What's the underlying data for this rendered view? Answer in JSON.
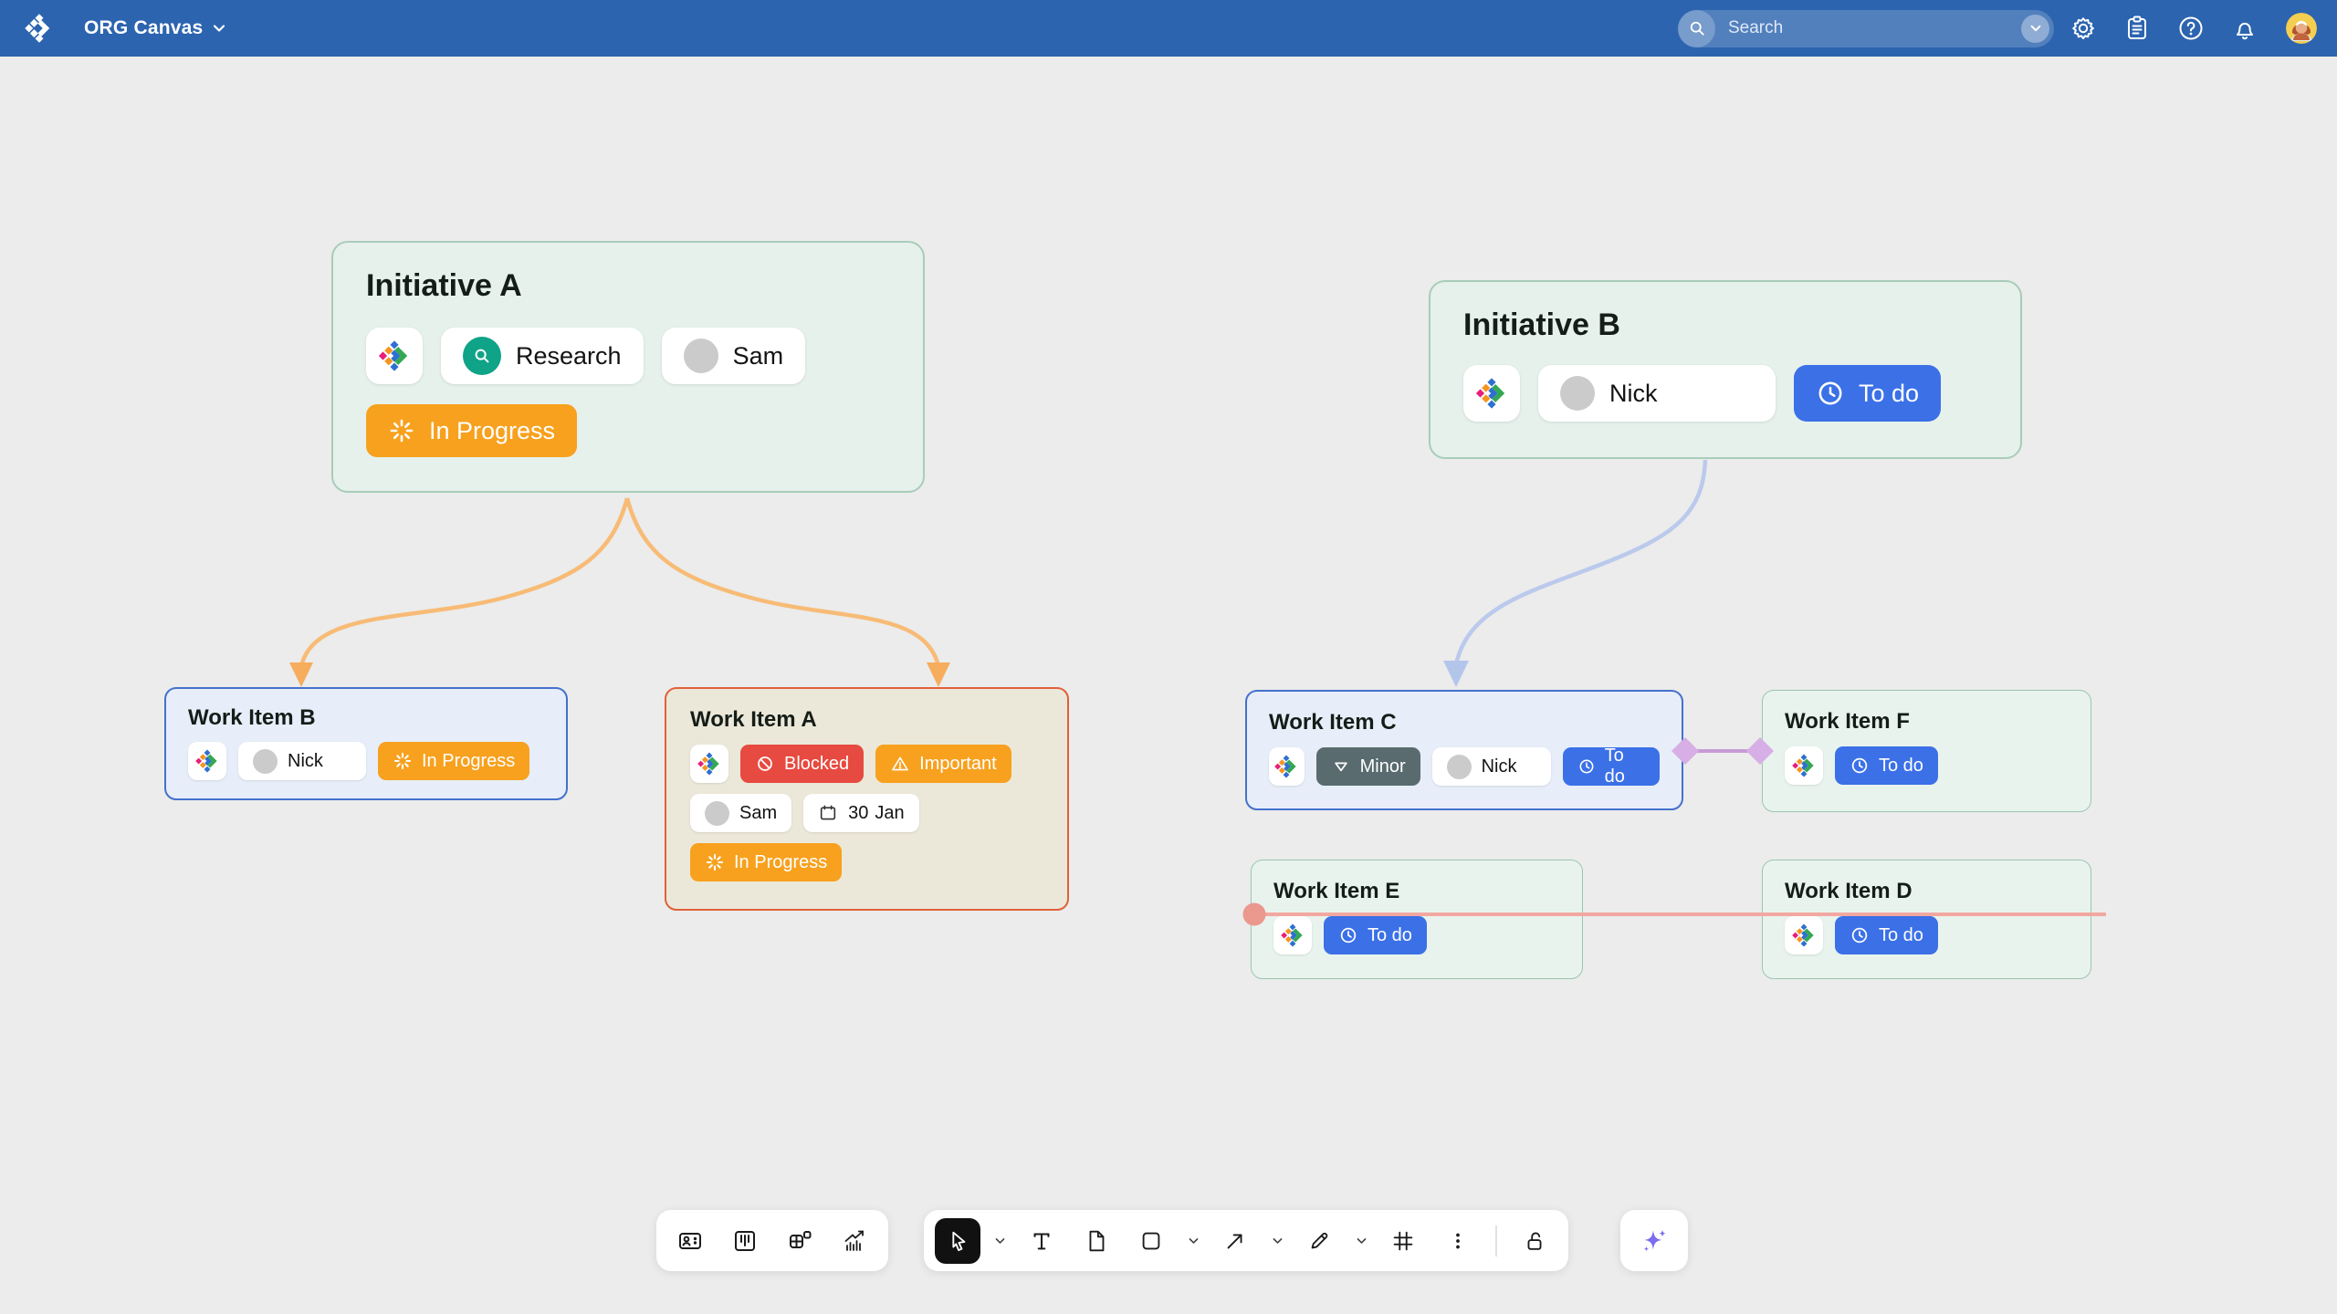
{
  "header": {
    "app_title": "ORG Canvas",
    "search": {
      "placeholder": "Search"
    }
  },
  "cards": {
    "initiative_a": {
      "title": "Initiative A",
      "tag": "Research",
      "assignee": "Sam",
      "status": "In Progress"
    },
    "initiative_b": {
      "title": "Initiative B",
      "assignee": "Nick",
      "status": "To do"
    },
    "work_item_b": {
      "title": "Work Item B",
      "assignee": "Nick",
      "status": "In Progress"
    },
    "work_item_a": {
      "title": "Work Item A",
      "flag_blocked": "Blocked",
      "flag_important": "Important",
      "assignee": "Sam",
      "due_day": "30",
      "due_month": "Jan",
      "status": "In Progress"
    },
    "work_item_c": {
      "title": "Work Item C",
      "priority": "Minor",
      "assignee": "Nick",
      "status": "To do"
    },
    "work_item_f": {
      "title": "Work Item F",
      "status": "To do"
    },
    "work_item_e": {
      "title": "Work Item E",
      "status": "To do"
    },
    "work_item_d": {
      "title": "Work Item D",
      "status": "To do"
    }
  },
  "colors": {
    "header_bg": "#2c64af",
    "canvas_bg": "#ebeceb",
    "status_orange": "#f7a11e",
    "status_red": "#e74a40",
    "status_blue": "#3b70e7",
    "priority_slate": "#596b6e",
    "research_green": "#0fa387",
    "connector_orange": "#f8bb76",
    "connector_blue": "#bac9ec",
    "connector_purple": "#c89bd6",
    "connector_red": "#f2a8a1",
    "ai_purple": "#7c6cf0"
  }
}
